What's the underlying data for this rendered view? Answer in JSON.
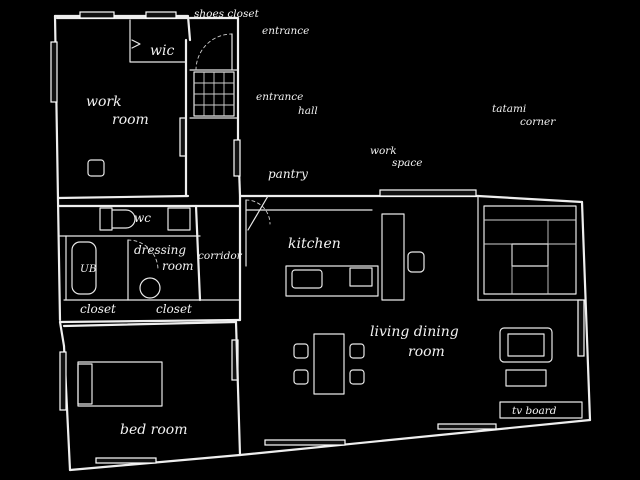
{
  "labels": {
    "shoes_closet": "shoes closet",
    "entrance": "entrance",
    "wic": "wic",
    "work_room_1": "work",
    "work_room_2": "room",
    "entrance_hall_1": "entrance",
    "entrance_hall_2": "hall",
    "tatami_1": "tatami",
    "tatami_2": "corner",
    "work_space_1": "work",
    "work_space_2": "space",
    "pantry": "pantry",
    "wc": "wc",
    "kitchen": "kitchen",
    "dressing_1": "dressing",
    "dressing_2": "room",
    "corridor": "corridor",
    "ub": "UB",
    "closet_left": "closet",
    "closet_right": "closet",
    "living_1": "living dining",
    "living_2": "room",
    "bed_room": "bed room",
    "tv_board": "tv board"
  },
  "colors": {
    "background": "#000000",
    "chalk": "#eeeeee"
  }
}
